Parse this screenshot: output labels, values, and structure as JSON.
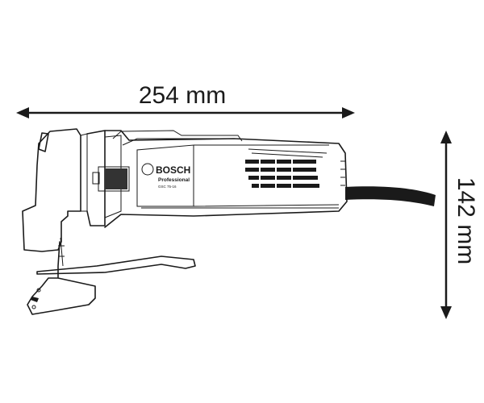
{
  "dimensions": {
    "length": "254 mm",
    "height": "142 mm"
  },
  "product": {
    "brand": "BOSCH",
    "line": "Professional",
    "model": "GSC 75-16"
  },
  "colors": {
    "line": "#1a1a1a",
    "background": "#ffffff"
  }
}
